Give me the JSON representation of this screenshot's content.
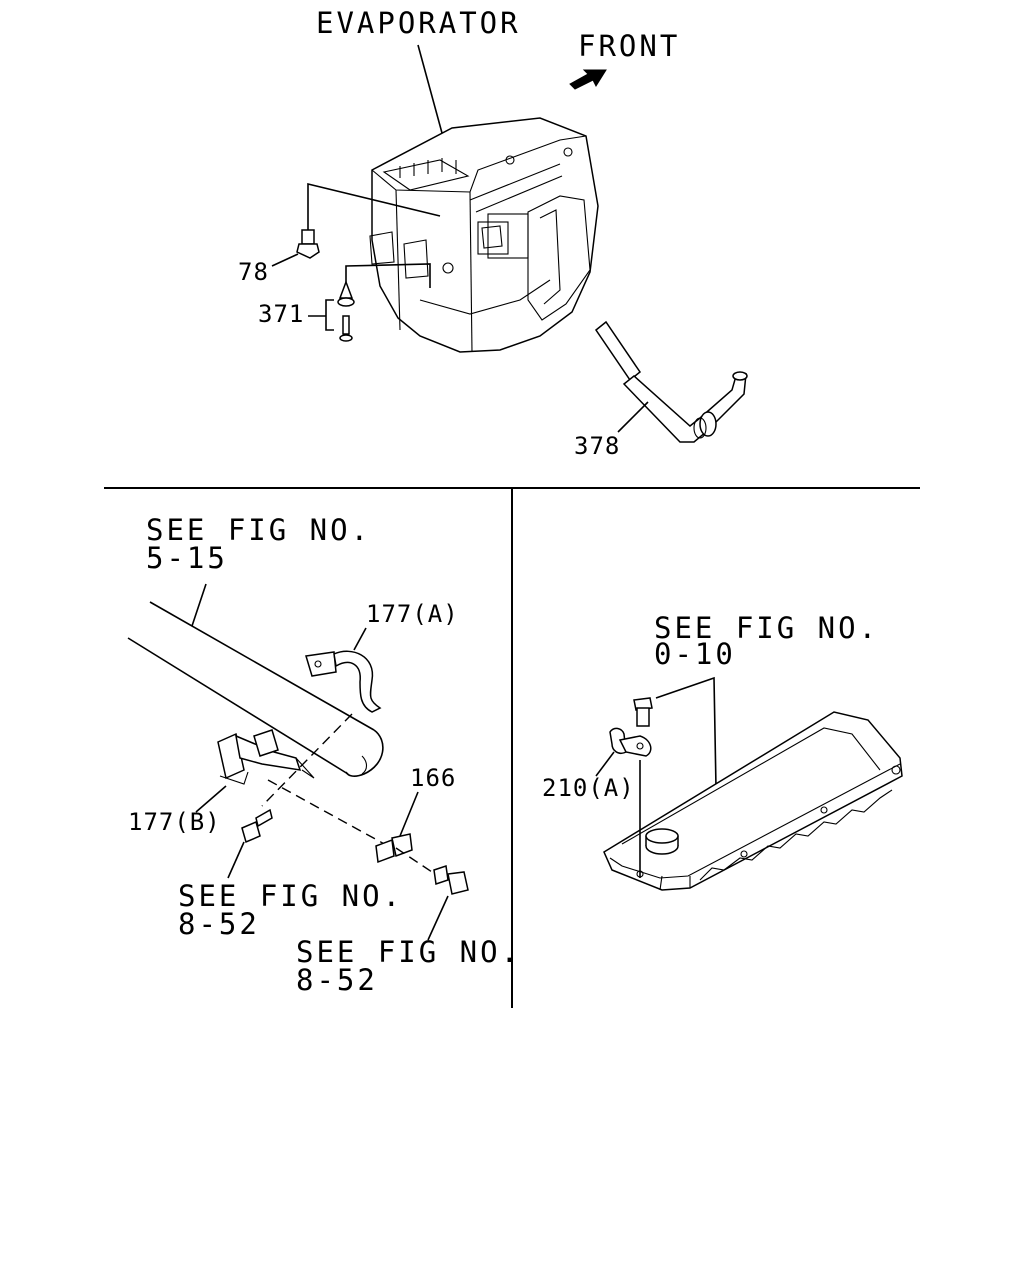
{
  "labels": {
    "evaporator": "EVAPORATOR",
    "front": "FRONT",
    "p78": "78",
    "p371": "371",
    "p378": "378",
    "p177a": "177(A)",
    "p177b": "177(B)",
    "p166": "166",
    "p210a": "210(A)",
    "see_fig": "SEE FIG NO.",
    "fig_5_15": "5-15",
    "fig_8_52": "8-52",
    "fig_0_10": "0-10"
  }
}
